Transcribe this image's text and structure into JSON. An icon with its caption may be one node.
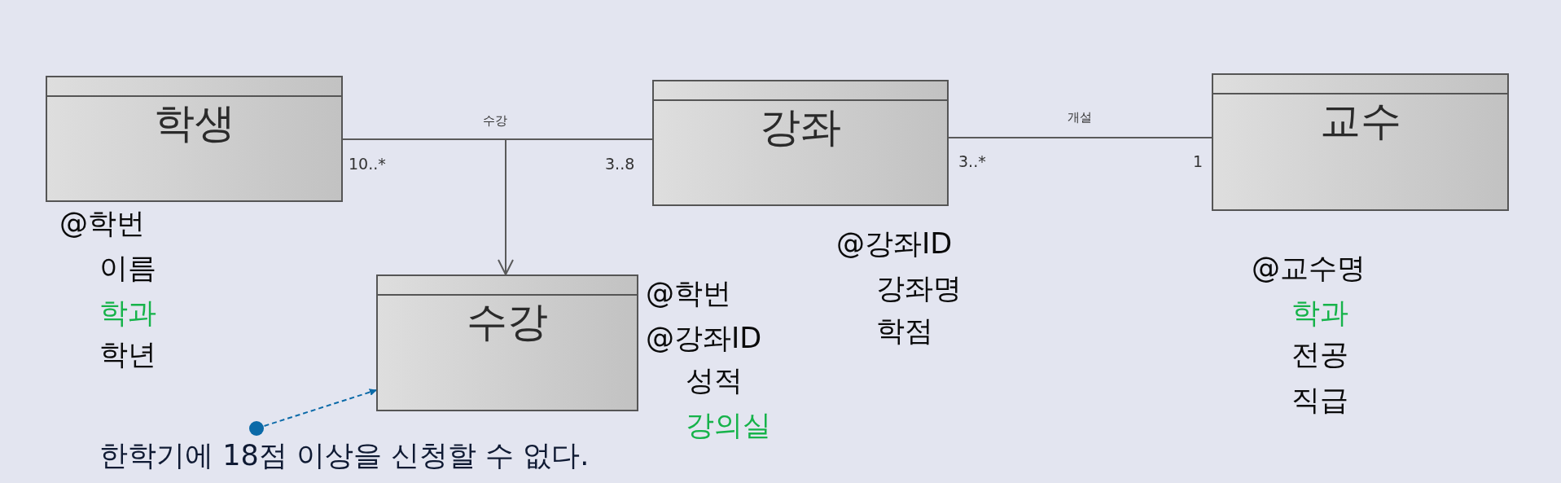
{
  "diagram": {
    "nodes": [
      {
        "text": [
          "학생"
        ],
        "beside": [
          "@학번",
          "이름",
          "학과",
          "학년"
        ]
      },
      {
        "text": [
          "강좌"
        ],
        "beside": [
          "@강좌ID",
          "강좌명",
          "학점"
        ]
      },
      {
        "text": [
          "교수"
        ],
        "beside": [
          "@교수명",
          "학과",
          "전공",
          "직급"
        ]
      },
      {
        "text": [
          "수강"
        ],
        "beside": [
          "@학번",
          "@강좌ID",
          "성적",
          "강의실"
        ]
      },
      {
        "text": [
          "한학기에 18점 이상을 신청할 수 없다."
        ]
      }
    ],
    "edges": [
      {
        "from": 0,
        "to": 1,
        "arrow": "none",
        "label": "수강"
      },
      {
        "from": 1,
        "to": 2,
        "arrow": "none",
        "label": "개설"
      },
      {
        "from": null,
        "to": 3,
        "arrow": "to"
      },
      {
        "from": 4,
        "to": 3,
        "arrow": "to",
        "style": "dashed",
        "color": "#0b6aa8"
      }
    ],
    "labels": [
      "10..*",
      "3..8",
      "3..*",
      "1"
    ]
  }
}
